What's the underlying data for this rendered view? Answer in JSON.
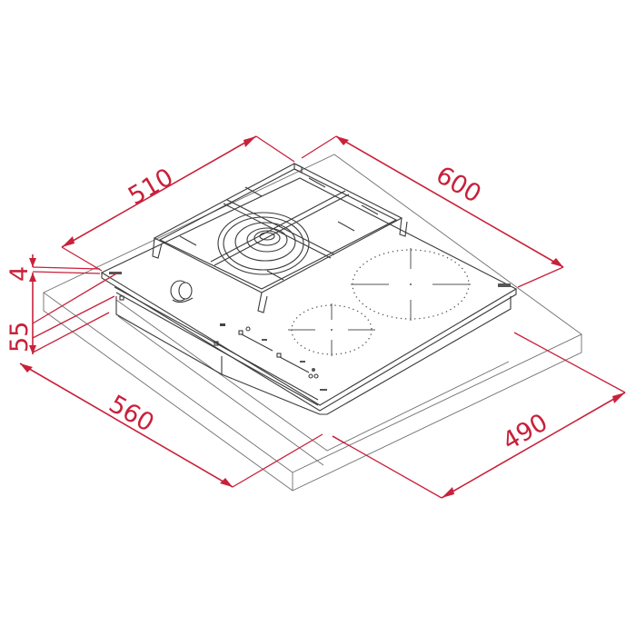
{
  "diagram": {
    "subject": "Built-in hob (gas burner + induction zones) installation dimensions",
    "units": "mm",
    "accent_color": "#c8213a",
    "line_color": "#6e6e6e",
    "dimensions": {
      "appliance_depth": "510",
      "appliance_width": "600",
      "cutout_width": "560",
      "cutout_depth": "490",
      "glass_thickness": "4",
      "embed_depth": "55"
    },
    "components": {
      "gas_burner": "single gas burner with cast iron pan support",
      "control_knob": "gas control knob",
      "induction_zone_large": "large induction zone",
      "induction_zone_small": "small induction zone",
      "touch_controls": "touch control strip"
    }
  }
}
